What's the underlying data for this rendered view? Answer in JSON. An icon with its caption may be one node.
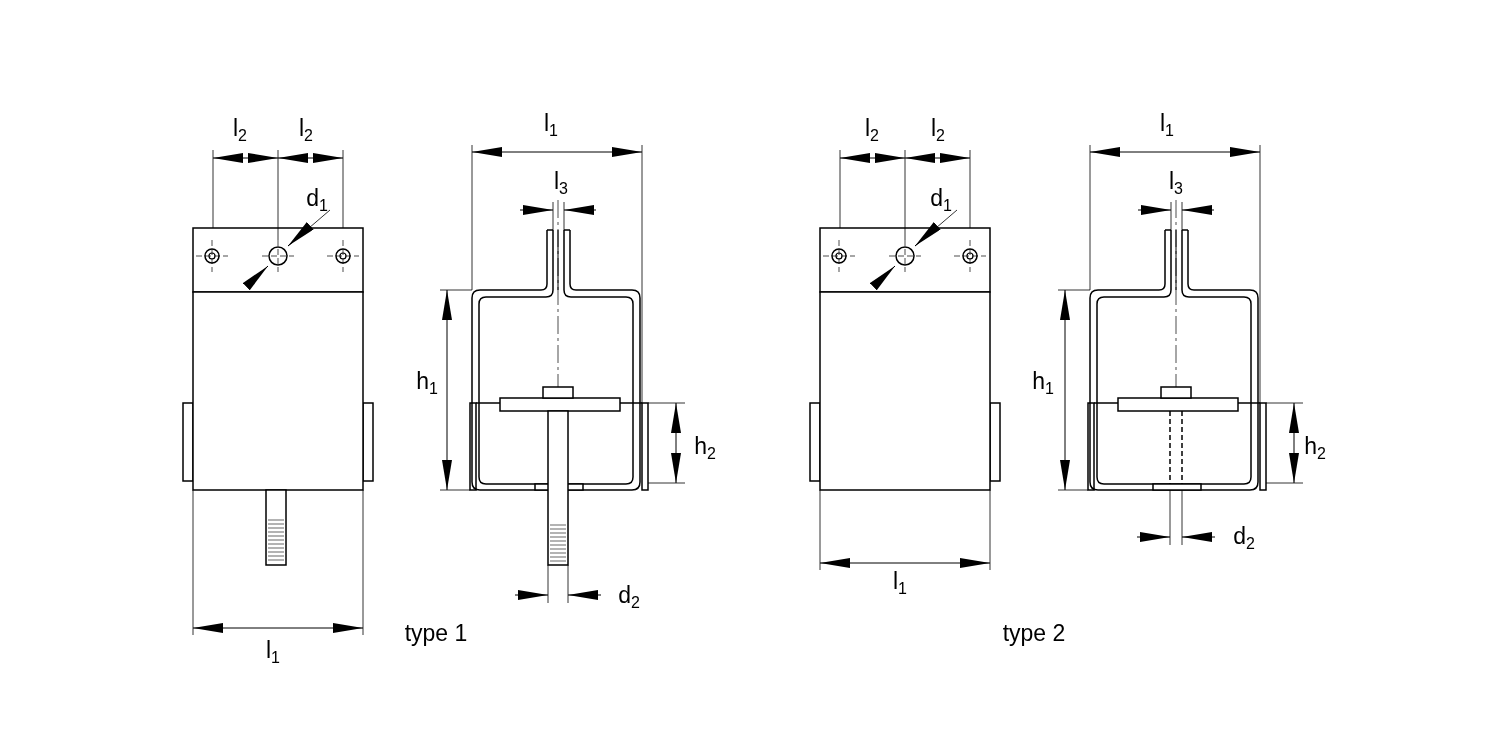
{
  "diagram": {
    "labels": [
      "l$_{2}$",
      "l$_{2}$",
      "d$_{1}$",
      "l$_{1}$",
      "l$_{1}$",
      "l$_{3}$",
      "h$_{1}$",
      "h$_{2}$",
      "d$_{2}$",
      "type 1",
      "l$_{2}$",
      "l$_{2}$",
      "d$_{1}$",
      "l$_{1}$",
      "l$_{1}$",
      "l$_{3}$",
      "h$_{1}$",
      "h$_{2}$",
      "d$_{2}$",
      "type 2"
    ]
  }
}
